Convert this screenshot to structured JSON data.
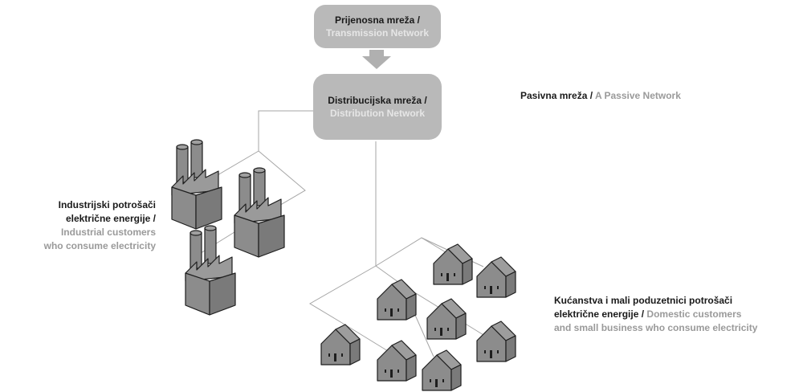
{
  "transmission": {
    "hr": "Prijenosna mreža /",
    "en": "Transmission Network"
  },
  "distribution": {
    "hr": "Distribucijska mreža /",
    "en": "Distribution Network"
  },
  "passive": {
    "hr": "Pasivna mreža /",
    "en": "A Passive Network"
  },
  "industrial": {
    "hr_line1": "Industrijski potrošači",
    "hr_line2": "električne energije /",
    "en_line1": "Industrial customers",
    "en_line2": "who consume electricity"
  },
  "domestic": {
    "hr_line1": "Kućanstva i mali poduzetnici potrošači",
    "hr_line2": "električne energije /",
    "en_inline": "Domestic customers",
    "en_line3": "and small business who consume electricity"
  },
  "colors": {
    "box": "#b9b9b9",
    "box_text_light": "#e6e6e6",
    "dark_text": "#1a1a1a",
    "light_text": "#9a9a9a",
    "icon_fill": "#8c8c8c",
    "line": "#a5a5a5"
  }
}
